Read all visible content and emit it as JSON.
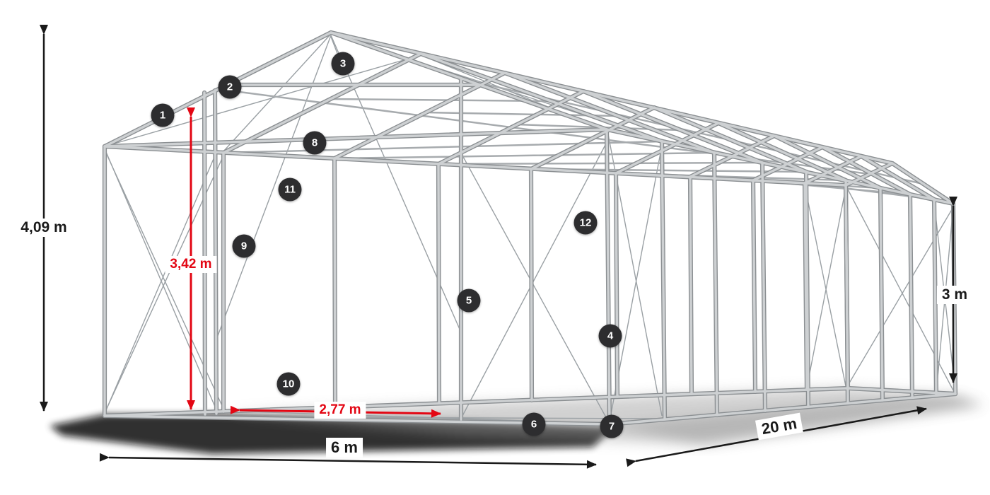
{
  "diagram": {
    "type": "tent-frame-construction-drawing",
    "dimensions": {
      "total_height": {
        "label": "4,09 m"
      },
      "door_height": {
        "label": "3,42 m"
      },
      "door_width": {
        "label": "2,77 m"
      },
      "front_width": {
        "label": "6 m"
      },
      "length": {
        "label": "20 m"
      },
      "side_height": {
        "label": "3 m"
      }
    },
    "callouts": [
      {
        "number": "1"
      },
      {
        "number": "2"
      },
      {
        "number": "3"
      },
      {
        "number": "4"
      },
      {
        "number": "5"
      },
      {
        "number": "6"
      },
      {
        "number": "7"
      },
      {
        "number": "8"
      },
      {
        "number": "9"
      },
      {
        "number": "10"
      },
      {
        "number": "11"
      },
      {
        "number": "12"
      }
    ],
    "colors": {
      "dimension_primary": "#1a1a1a",
      "dimension_accent": "#e30613",
      "badge_background": "#2d2d2f",
      "badge_text": "#ffffff",
      "frame_metal": "#b4b7b9",
      "background": "#ffffff"
    }
  }
}
